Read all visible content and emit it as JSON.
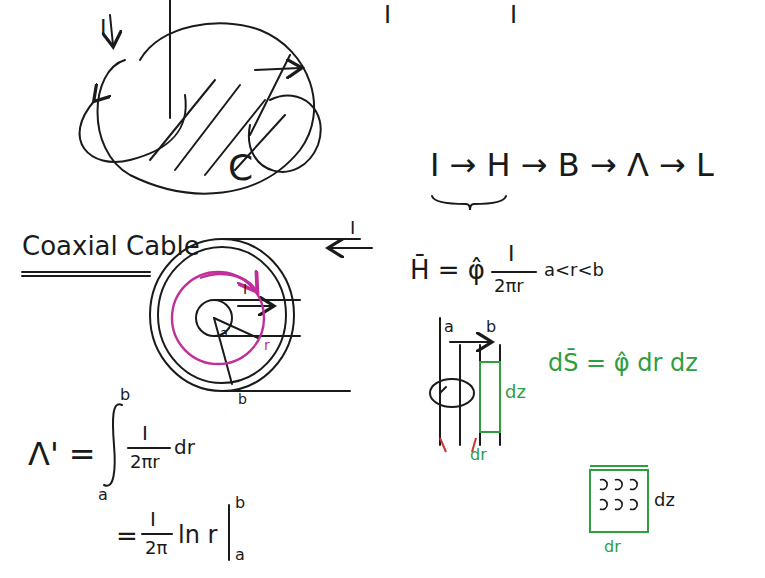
{
  "diagram": {
    "labels": [
      "I",
      "C",
      "I",
      "I",
      "Coaxial Cable",
      "I",
      "I",
      "a",
      "b",
      "r",
      "I → H → B → Λ → L",
      "H̄ = φ̂",
      "I",
      "2πr",
      "a<r<b",
      "Λ' =",
      "b",
      "a",
      "I",
      "2πr",
      "dr",
      "=",
      "I",
      "2π",
      "ln r",
      "b",
      "a",
      "a",
      "b",
      "dz",
      "dr",
      "dS̄ = φ̂ dr dz",
      "dz",
      "dr"
    ]
  }
}
